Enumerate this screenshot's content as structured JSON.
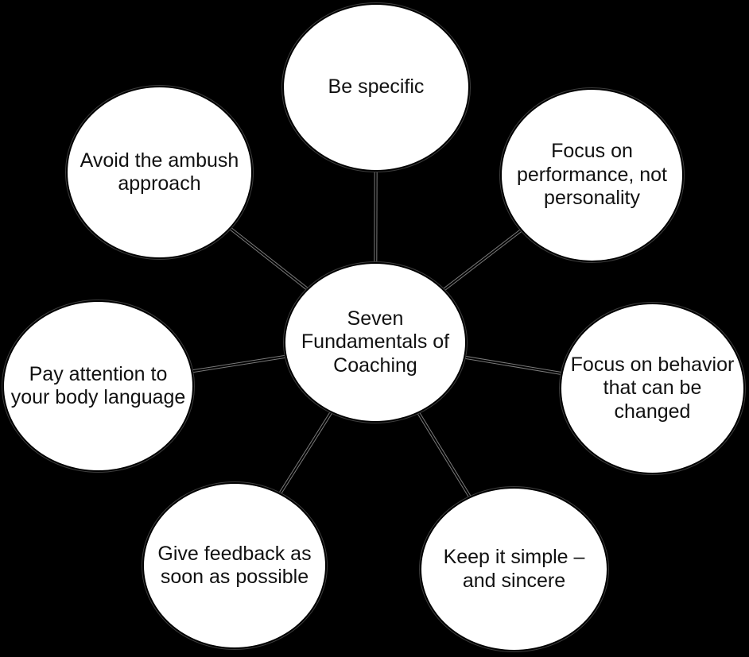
{
  "diagram": {
    "type": "hub-and-spoke",
    "background_color": "#000000",
    "node_fill_color": "#ffffff",
    "node_border_color": "#000000",
    "text_color": "#111111",
    "connector_core_color": "#000000",
    "connector_edge_color": "#7a7a7a",
    "center_node": {
      "id": "seven-fundamentals-of-coaching",
      "label": "Seven\nFundamentals of\nCoaching"
    },
    "nodes": [
      {
        "id": "be-specific",
        "label": "Be specific"
      },
      {
        "id": "focus-on-performance-not-personality",
        "label": "Focus on\nperformance, not\npersonality"
      },
      {
        "id": "focus-on-behavior-that-can-be-changed",
        "label": "Focus on behavior\nthat can be\nchanged"
      },
      {
        "id": "keep-it-simple-and-sincere",
        "label": "Keep it simple –\nand sincere"
      },
      {
        "id": "give-feedback-as-soon-as-possible",
        "label": "Give feedback as\nsoon as possible"
      },
      {
        "id": "pay-attention-to-your-body-language",
        "label": "Pay attention to\nyour body language"
      },
      {
        "id": "avoid-the-ambush-approach",
        "label": "Avoid the ambush\napproach"
      }
    ]
  }
}
